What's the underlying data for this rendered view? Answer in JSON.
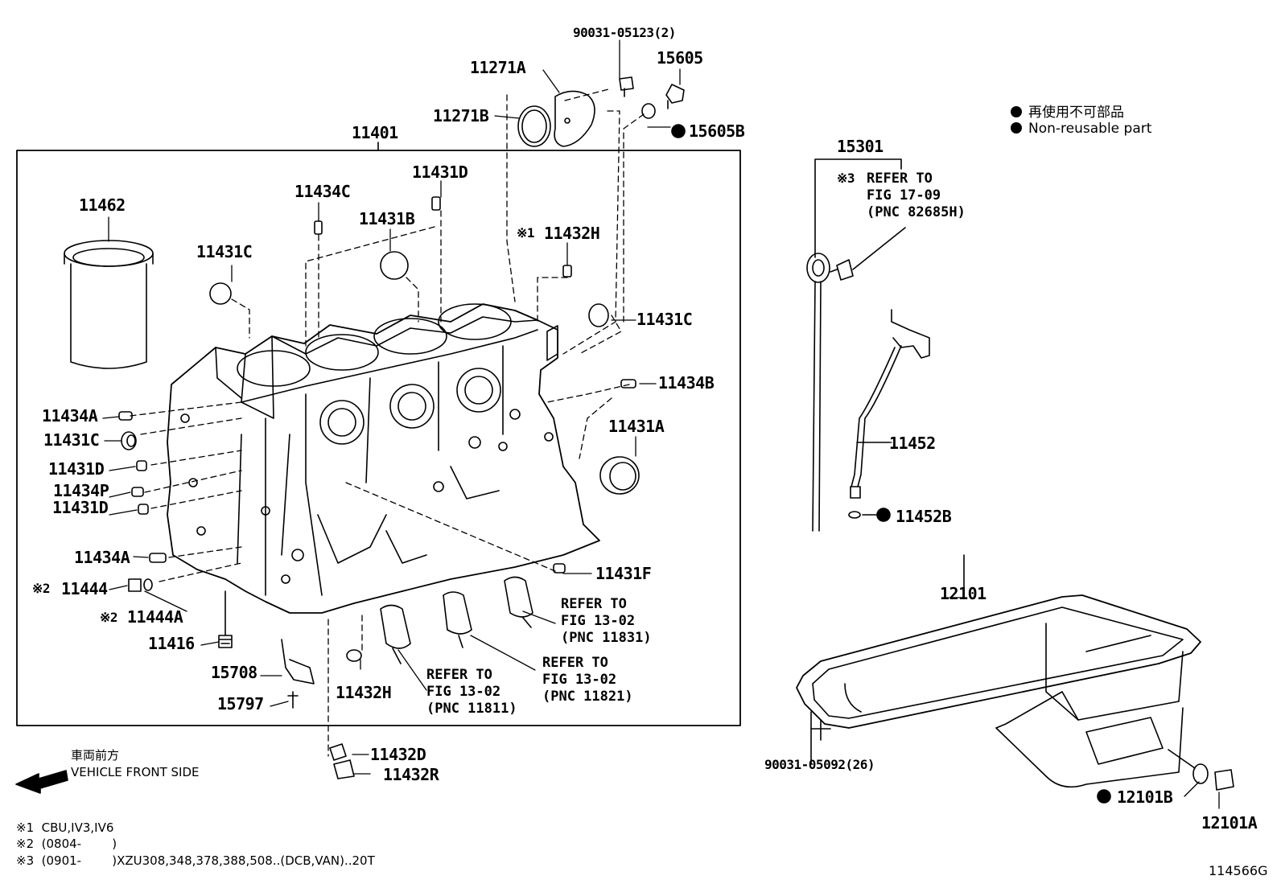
{
  "diagram_id": "114566G",
  "legend": {
    "jp": "再使用不可部品",
    "en": "Non-reusable part"
  },
  "front_side": {
    "jp": "車両前方",
    "en": "VEHICLE FRONT SIDE"
  },
  "group_label": "11401",
  "parts": {
    "p90031_05123": "90031-05123(2)",
    "p11271A": "11271A",
    "p15605": "15605",
    "p11271B": "11271B",
    "p15605B": "15605B",
    "p11462": "11462",
    "p11434C": "11434C",
    "p11431D_top": "11431D",
    "p11431B": "11431B",
    "p11431C_top": "11431C",
    "p11432H_top": "11432H",
    "p11431C_right": "11431C",
    "p11434B": "11434B",
    "p11431A": "11431A",
    "p11434A_1": "11434A",
    "p11431C_left": "11431C",
    "p11431D_l1": "11431D",
    "p11434P": "11434P",
    "p11431D_l2": "11431D",
    "p11434A_2": "11434A",
    "p11444": "11444",
    "p11444A": "11444A",
    "p11416": "11416",
    "p15708": "15708",
    "p15797": "15797",
    "p11432H_bot": "11432H",
    "p11431F": "11431F",
    "p11432D": "11432D",
    "p11432R": "11432R",
    "p15301": "15301",
    "p11452": "11452",
    "p11452B": "11452B",
    "p12101": "12101",
    "p90031_05092": "90031-05092(26)",
    "p12101B": "12101B",
    "p12101A": "12101A"
  },
  "marks": {
    "m1": "※1",
    "m2a": "※2",
    "m2b": "※2",
    "m3": "※3"
  },
  "refs": {
    "r82685H": "REFER TO\nFIG 17-09\n(PNC 82685H)",
    "r11831": "REFER TO\nFIG 13-02\n(PNC 11831)",
    "r11821": "REFER TO\nFIG 13-02\n(PNC 11821)",
    "r11811": "REFER TO\nFIG 13-02\n(PNC 11811)"
  },
  "notes": [
    "※1  CBU,IV3,IV6",
    "※2  (0804-        )",
    "※3  (0901-        )XZU308,348,378,388,508..(DCB,VAN)..20T"
  ],
  "colors": {
    "ink": "#000000",
    "paper": "#ffffff"
  }
}
